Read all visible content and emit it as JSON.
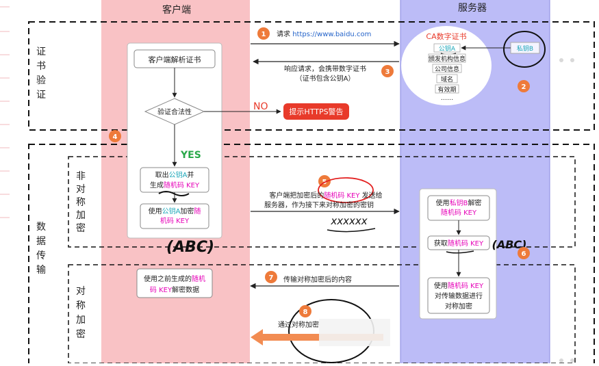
{
  "columns": {
    "client": "客户端",
    "server": "服务器"
  },
  "sections": {
    "cert_verify": [
      "证",
      "书",
      "验",
      "证"
    ],
    "data_transfer": [
      "数",
      "据",
      "传",
      "输"
    ],
    "asymmetric": [
      "非",
      "对",
      "称",
      "加",
      "密"
    ],
    "symmetric": [
      "对",
      "称",
      "加",
      "密"
    ]
  },
  "steps": {
    "s1": {
      "num": "1",
      "text_prefix": "请求 ",
      "url": "https://www.baidu.com"
    },
    "s2": {
      "num": "2"
    },
    "s3": {
      "num": "3",
      "line1": "响应请求，会携带数字证书",
      "line2": "（证书包含公钥A）"
    },
    "s4": {
      "num": "4"
    },
    "s5": {
      "num": "5",
      "line1_a": "客户端把加密后的",
      "line1_b": "随机码 KEY",
      "line1_c": " 发送给",
      "line2": "服务器，作为接下来对称加密的密钥"
    },
    "s6": {
      "num": "6"
    },
    "s7": {
      "num": "7",
      "text": "传输对称加密后的内容"
    },
    "s8": {
      "num": "8",
      "text": "通过对称加密"
    }
  },
  "client_boxes": {
    "parse": "客户端解析证书",
    "validate": "验证合法性",
    "no": "NO",
    "warn": "提示HTTPS警告",
    "yes": "YES",
    "take_a": "取出",
    "take_key": "公钥A",
    "take_b": "并",
    "gen_a": "生成",
    "gen_key": "随机码 KEY",
    "enc_a": "使用",
    "enc_key": "公钥A",
    "enc_b": "加密",
    "enc_c": "随",
    "enc_d": "机码 KEY",
    "dec1_a": "使用之前生成的",
    "dec1_b": "随机",
    "dec2_a": "码 KEY",
    "dec2_b": "解密数据"
  },
  "server_boxes": {
    "ca_title": "CA数字证书",
    "pubkey": "公钥A",
    "privkey": "私钥B",
    "issuer": "颁发机构信息",
    "company": "公司信息",
    "domain": "域名",
    "validity": "有效期",
    "ellipsis": "……",
    "dec1_a": "使用",
    "dec1_b": "私钥B",
    "dec1_c": "解密",
    "dec2": "随机码 KEY",
    "get_a": "获取",
    "get_b": "随机码 KEY",
    "sym1_a": "使用",
    "sym1_b": "随机码 KEY",
    "sym2": "对传输数据进行",
    "sym3": "对称加密"
  },
  "handwriting": {
    "abc1": "(ABC)",
    "abc2": "(ABC)",
    "scribble": "xxxxxx"
  },
  "colors": {
    "client_bg": "#f9c2c5",
    "server_bg": "#bcbcf7",
    "step_badge": "#ee7a3a",
    "warn_red": "#e83a2a",
    "magenta": "#e600b8",
    "cyan": "#1aa6b8",
    "yes_green": "#2aa84a",
    "url_blue": "#2463c9"
  }
}
